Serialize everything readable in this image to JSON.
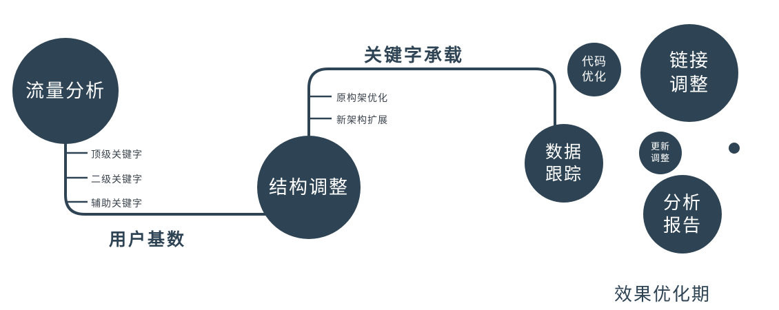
{
  "colors": {
    "node_fill": "#2e4454",
    "node_text": "#ffffff",
    "connector_line": "#2e4454",
    "edge_label_text": "#2e4454",
    "branch_label_text": "#3a434d",
    "background": "#ffffff"
  },
  "nodes": {
    "traffic_analysis": {
      "label": "流量分析"
    },
    "structure_adjustment": {
      "label": "结构调整"
    },
    "data_tracking": {
      "line1": "数据",
      "line2": "跟踪"
    },
    "code_optimization": {
      "line1": "代码",
      "line2": "优化"
    },
    "link_adjustment": {
      "line1": "链接",
      "line2": "调整"
    },
    "update_adjustment": {
      "line1": "更新",
      "line2": "调整"
    },
    "analysis_report": {
      "line1": "分析",
      "line2": "报告"
    }
  },
  "edge_labels": {
    "user_base": "用户基数",
    "keyword_carrying": "关键字承载"
  },
  "captions": {
    "effect_optimization_period": "效果优化期"
  },
  "branches": {
    "traffic_analysis": [
      "顶级关键字",
      "二级关键字",
      "辅助关键字"
    ],
    "structure_adjustment": [
      "原构架优化",
      "新架构扩展"
    ]
  }
}
